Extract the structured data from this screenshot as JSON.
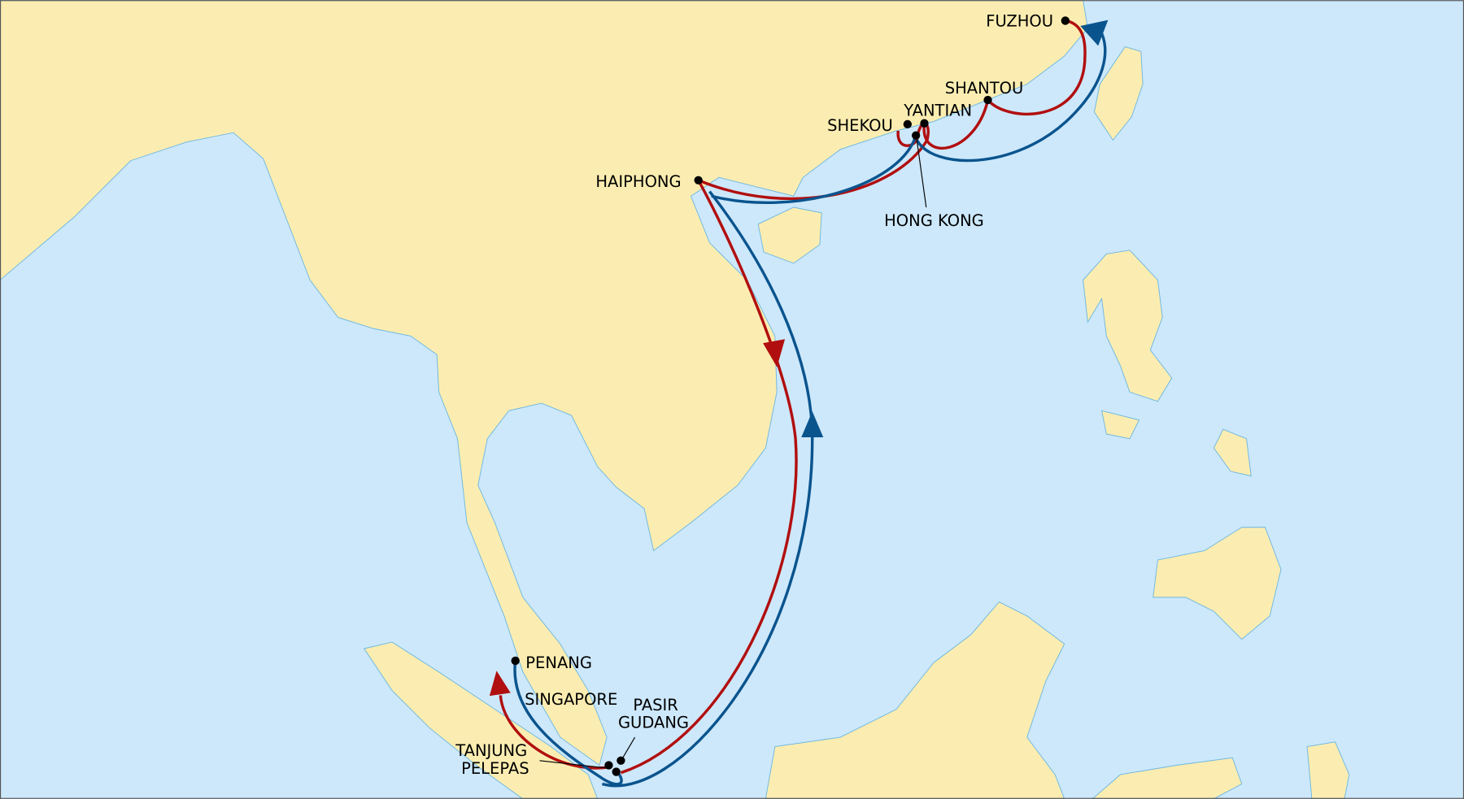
{
  "map": {
    "colors": {
      "sea": "#cde8fb",
      "land": "#fbedb1",
      "route_red": "#b10f0f",
      "route_blue": "#0a548e"
    },
    "ports": {
      "fuzhou": "FUZHOU",
      "shantou": "SHANTOU",
      "shekou": "SHEKOU",
      "yantian": "YANTIAN",
      "hong_kong": "HONG KONG",
      "haiphong": "HAIPHONG",
      "penang": "PENANG",
      "singapore": "SINGAPORE",
      "pasir": "PASIR",
      "gudang": "GUDANG",
      "tanjung": "TANJUNG",
      "pelepas": "PELEPAS"
    }
  }
}
